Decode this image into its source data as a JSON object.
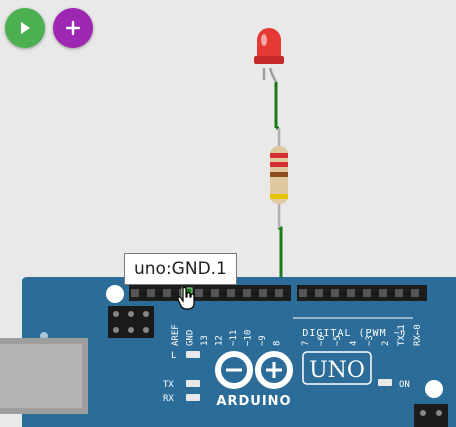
{
  "toolbar": {
    "play_icon": "play-icon",
    "add_icon": "plus-icon",
    "play_color": "#4caf50",
    "add_color": "#9c27b0"
  },
  "tooltip": {
    "text": "uno:GND.1"
  },
  "board": {
    "logo_text": "ARDUINO",
    "model": "UNO",
    "digital_label": "DIGITAL (PWM ~)",
    "on_label": "ON",
    "led_labels": {
      "l": "L",
      "tx": "TX",
      "rx": "RX"
    },
    "pin_labels": [
      "AREF",
      "GND",
      "13",
      "12",
      "~11",
      "~10",
      "~9",
      "8",
      "7",
      "~6",
      "~5",
      "4",
      "~3",
      "2",
      "TX→1",
      "RX←0"
    ],
    "board_color": "#2b6c99"
  },
  "colors": {
    "wire": "#1a7a1a",
    "led": "#e53935",
    "resistor": "#e0c9a0"
  }
}
